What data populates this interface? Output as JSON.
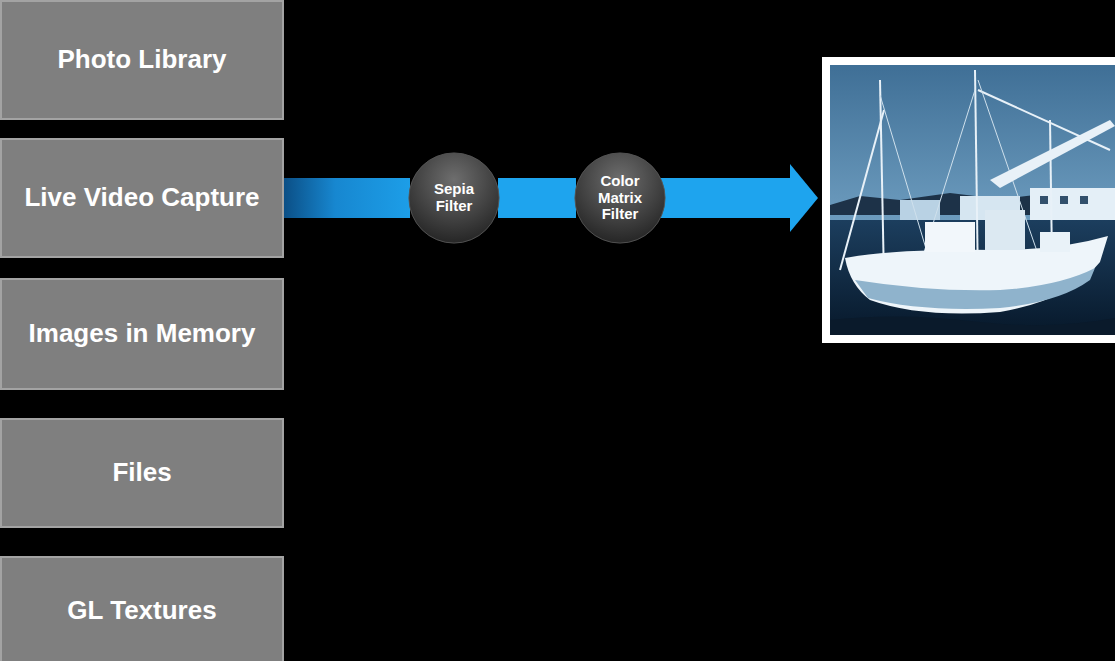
{
  "diagram": {
    "nodes": [
      {
        "text": [
          "Photo Library"
        ]
      },
      {
        "text": [
          "Live Video Capture"
        ]
      },
      {
        "text": [
          "Images in Memory"
        ]
      },
      {
        "text": [
          "Files"
        ]
      },
      {
        "text": [
          "GL Textures"
        ]
      },
      {
        "text": [
          "Sepia Filter"
        ]
      },
      {
        "text": [
          "Color Matrix Filter"
        ]
      }
    ],
    "edges": [
      {
        "from": 1,
        "to": 5,
        "arrow": "none"
      },
      {
        "from": 5,
        "to": 6,
        "arrow": "none"
      }
    ]
  }
}
